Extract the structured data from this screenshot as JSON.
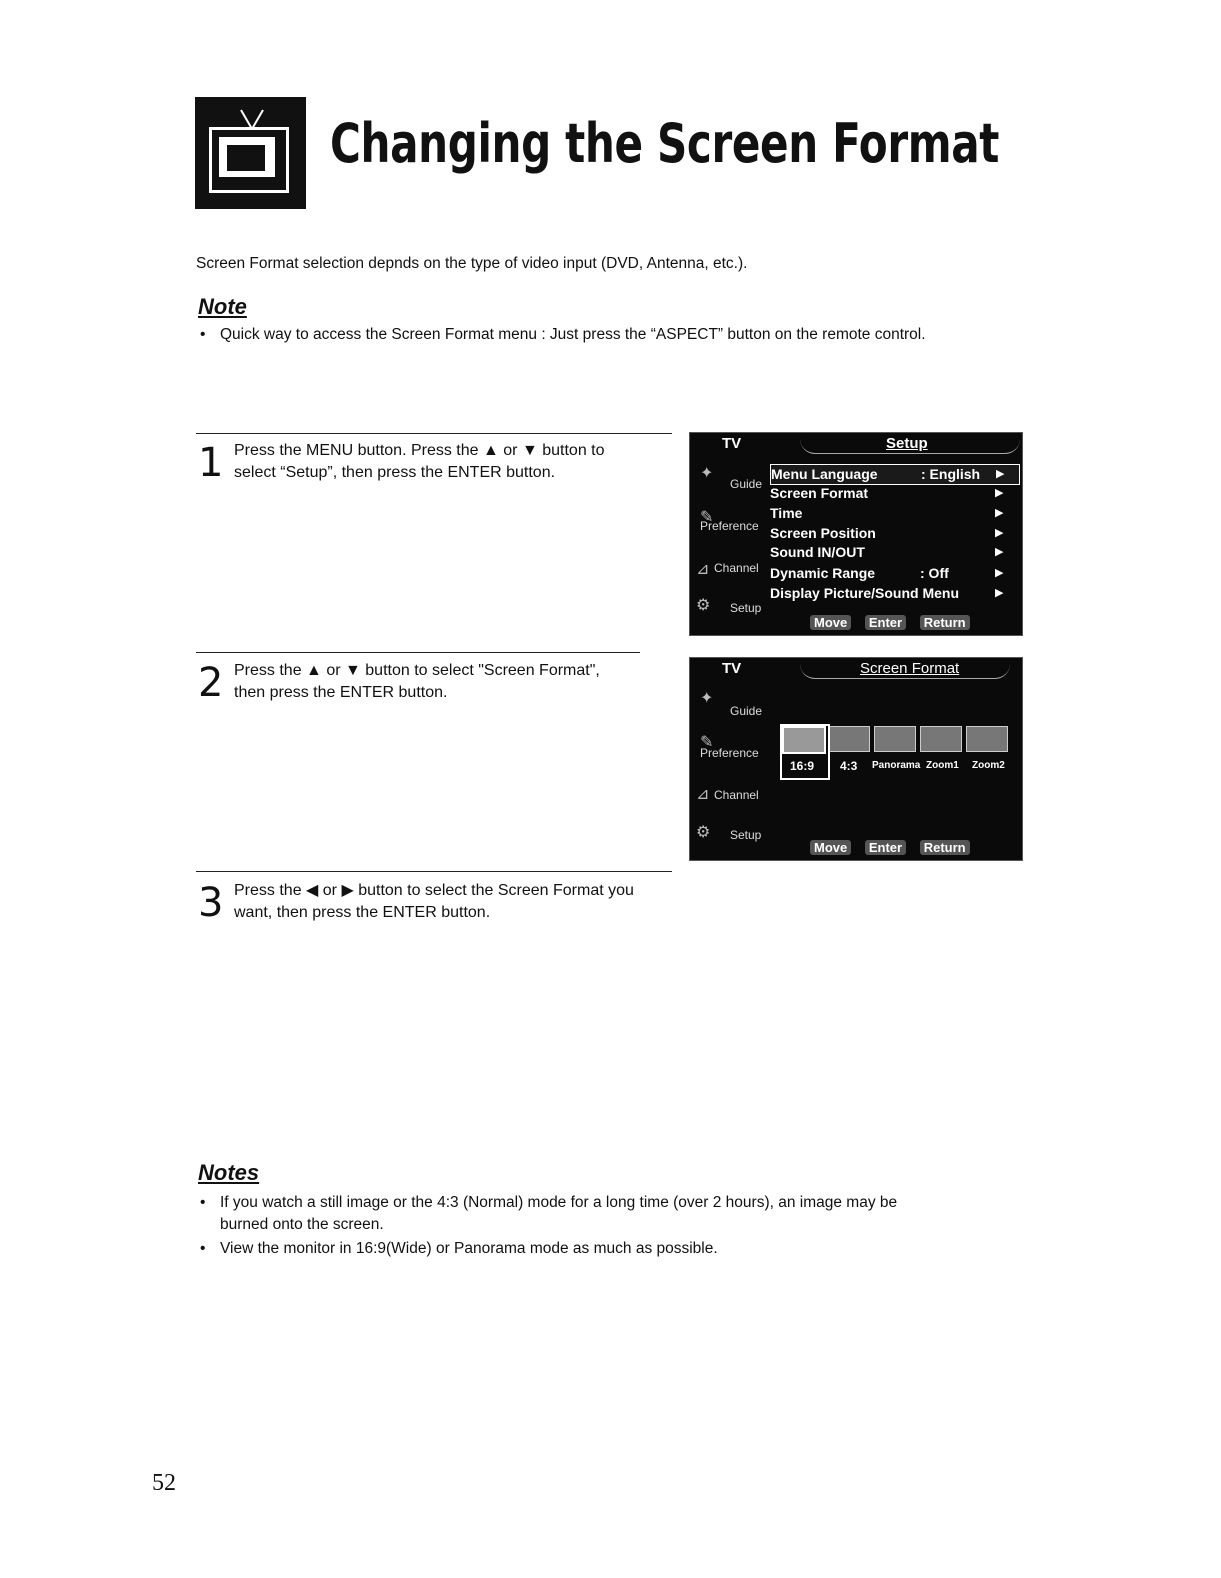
{
  "header": {
    "title": "Changing the Screen Format",
    "icon": "tv-icon"
  },
  "intro": "Screen Format selection depnds on the type of video input (DVD, Antenna, etc.).",
  "note": {
    "heading": "Note",
    "items": [
      "Quick way to access the Screen Format menu : Just press the “ASPECT” button on the remote control."
    ]
  },
  "steps": [
    {
      "number": "1",
      "lines": [
        "Press the MENU button. Press the ▲ or ▼ button to",
        "select “Setup”, then press the ENTER button."
      ]
    },
    {
      "number": "2",
      "lines": [
        "Press the ▲ or ▼ button to select \"Screen Format\",",
        "then press the ENTER button."
      ]
    },
    {
      "number": "3",
      "lines": [
        "Press the ◀ or ▶ button to select the Screen Format you",
        "want, then press the ENTER button."
      ]
    }
  ],
  "osd_setup": {
    "tv_label": "TV",
    "title": "Setup",
    "sidebar": [
      "Guide",
      "Preference",
      "Channel",
      "Setup"
    ],
    "rows": [
      {
        "label": "Menu Language",
        "value": ": English",
        "arrow": "▶"
      },
      {
        "label": "Screen Format",
        "value": "",
        "arrow": "▶"
      },
      {
        "label": "Time",
        "value": "",
        "arrow": "▶"
      },
      {
        "label": "Screen Position",
        "value": "",
        "arrow": "▶"
      },
      {
        "label": "Sound IN/OUT",
        "value": "",
        "arrow": "▶"
      },
      {
        "label": "Dynamic Range",
        "value": ": Off",
        "arrow": "▶"
      },
      {
        "label": "Display Picture/Sound Menu",
        "value": "",
        "arrow": "▶"
      }
    ],
    "bottom": [
      "Move",
      "Enter",
      "Return"
    ]
  },
  "osd_format": {
    "tv_label": "TV",
    "title": "Screen Format",
    "sidebar": [
      "Guide",
      "Preference",
      "Channel",
      "Setup"
    ],
    "formats": [
      "16:9",
      "4:3",
      "Panorama",
      "Zoom1",
      "Zoom2"
    ],
    "bottom": [
      "Move",
      "Enter",
      "Return"
    ]
  },
  "notes": {
    "heading": "Notes",
    "items": [
      [
        "If you watch a still image or the 4:3 (Normal) mode for a long time (over 2 hours), an image may be",
        "burned onto the screen."
      ],
      [
        "View the monitor in 16:9(Wide) or Panorama mode as much as possible."
      ]
    ]
  },
  "page_number": "52"
}
